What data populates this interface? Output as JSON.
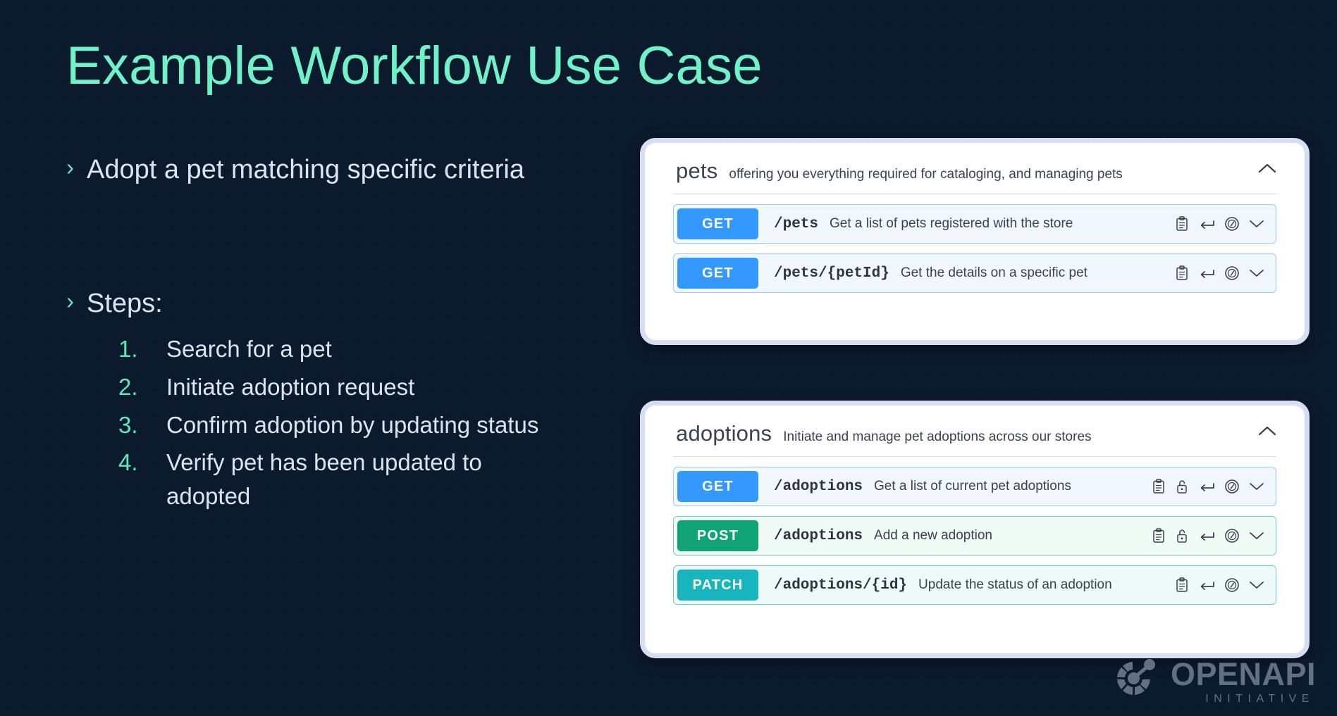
{
  "slide": {
    "title": "Example Workflow Use Case",
    "background_color": "#0c1a2e",
    "accent_color": "#6ff2c8",
    "body_text_color": "#dbe4f3"
  },
  "left_column": {
    "bullet_marker": "›",
    "bullets": [
      {
        "text": "Adopt a pet matching specific criteria"
      },
      {
        "text": "Steps:"
      }
    ],
    "steps": [
      {
        "number": "1.",
        "text": "Search for a pet"
      },
      {
        "number": "2.",
        "text": "Initiate adoption request"
      },
      {
        "number": "3.",
        "text": "Confirm adoption by updating status"
      },
      {
        "number": "4.",
        "text": "Verify pet has been updated to adopted"
      }
    ]
  },
  "api_cards": [
    {
      "id": "pets",
      "title": "pets",
      "description": "offering you everything required for cataloging, and managing pets",
      "collapse_icon": "chevron-up-icon",
      "operations": [
        {
          "method": "GET",
          "method_color": "#3399ff",
          "path": "/pets",
          "summary": "Get a list of pets registered with the store",
          "icons": [
            "clipboard-icon",
            "arrow-return-icon",
            "compass-icon",
            "chevron-down-icon"
          ]
        },
        {
          "method": "GET",
          "method_color": "#3399ff",
          "path": "/pets/{petId}",
          "summary": "Get the details on a specific pet",
          "icons": [
            "clipboard-icon",
            "arrow-return-icon",
            "compass-icon",
            "chevron-down-icon"
          ]
        }
      ]
    },
    {
      "id": "adoptions",
      "title": "adoptions",
      "description": "Initiate and manage pet adoptions across our stores",
      "collapse_icon": "chevron-up-icon",
      "operations": [
        {
          "method": "GET",
          "method_color": "#3399ff",
          "path": "/adoptions",
          "summary": "Get a list of current pet adoptions",
          "icons": [
            "clipboard-icon",
            "lock-open-icon",
            "arrow-return-icon",
            "compass-icon",
            "chevron-down-icon"
          ]
        },
        {
          "method": "POST",
          "method_color": "#10a374",
          "path": "/adoptions",
          "summary": "Add a new adoption",
          "icons": [
            "clipboard-icon",
            "lock-open-icon",
            "arrow-return-icon",
            "compass-icon",
            "chevron-down-icon"
          ]
        },
        {
          "method": "PATCH",
          "method_color": "#17b5bd",
          "path": "/adoptions/{id}",
          "summary": "Update the status of an adoption",
          "icons": [
            "clipboard-icon",
            "arrow-return-icon",
            "compass-icon",
            "chevron-down-icon"
          ]
        }
      ]
    }
  ],
  "footer": {
    "logo_name": "OPENAPI",
    "logo_subtitle": "INITIATIVE"
  }
}
